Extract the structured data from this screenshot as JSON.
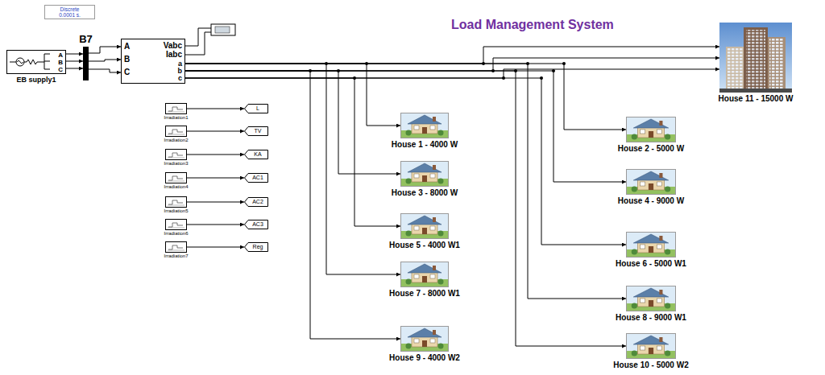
{
  "diagram": {
    "title": "Load Management System",
    "nodes": [
      {
        "text": [
          "Discrete 0.0001 s."
        ]
      },
      {
        "text": [
          "A",
          "B",
          "C",
          "EB supply1"
        ]
      },
      {
        "text": [
          "B7"
        ]
      },
      {
        "text": [
          "A",
          "B",
          "C",
          "Vabc",
          "Iabc",
          "a",
          "b",
          "c"
        ]
      },
      {
        "text": [
          "Irradiation1"
        ]
      },
      {
        "text": [
          "Irradiation2"
        ]
      },
      {
        "text": [
          "Irradiation3"
        ]
      },
      {
        "text": [
          "Irradiation4"
        ]
      },
      {
        "text": [
          "Irradiation5"
        ]
      },
      {
        "text": [
          "Irradiation6"
        ]
      },
      {
        "text": [
          "Irradiation7"
        ]
      },
      {
        "text": [
          "L"
        ]
      },
      {
        "text": [
          "TV"
        ]
      },
      {
        "text": [
          "KA"
        ]
      },
      {
        "text": [
          "AC1"
        ]
      },
      {
        "text": [
          "AC2"
        ]
      },
      {
        "text": [
          "AC3"
        ]
      },
      {
        "text": [
          "Reg"
        ]
      },
      {
        "text": [
          "House 1 - 4000 W"
        ]
      },
      {
        "text": [
          "House 2 - 5000 W"
        ]
      },
      {
        "text": [
          "House 3 - 8000 W"
        ]
      },
      {
        "text": [
          "House 4 - 9000 W"
        ]
      },
      {
        "text": [
          "House 5 - 4000 W1"
        ]
      },
      {
        "text": [
          "House 6 - 5000 W1"
        ]
      },
      {
        "text": [
          "House 7 - 8000 W1"
        ]
      },
      {
        "text": [
          "House 8 - 9000 W1"
        ]
      },
      {
        "text": [
          "House 9 - 4000 W2"
        ]
      },
      {
        "text": [
          "House 10 - 5000 W2"
        ]
      },
      {
        "text": [
          "House 11 - 15000 W"
        ]
      }
    ],
    "edges": [
      {
        "from": 1,
        "to": 2,
        "arrow": "to"
      },
      {
        "from": 1,
        "to": 2,
        "arrow": "to"
      },
      {
        "from": 1,
        "to": 2,
        "arrow": "to"
      },
      {
        "from": 2,
        "to": 3,
        "arrow": "to"
      },
      {
        "from": 2,
        "to": 3,
        "arrow": "to"
      },
      {
        "from": 2,
        "to": 3,
        "arrow": "to"
      },
      {
        "from": 4,
        "to": 11,
        "arrow": "to"
      },
      {
        "from": 5,
        "to": 12,
        "arrow": "to"
      },
      {
        "from": 6,
        "to": 13,
        "arrow": "to"
      },
      {
        "from": 7,
        "to": 14,
        "arrow": "to"
      },
      {
        "from": 8,
        "to": 15,
        "arrow": "to"
      },
      {
        "from": 9,
        "to": 16,
        "arrow": "to"
      },
      {
        "from": 10,
        "to": 17,
        "arrow": "to"
      },
      {
        "from": 3,
        "to": 18,
        "arrow": "to"
      },
      {
        "from": 3,
        "to": 19,
        "arrow": "to"
      },
      {
        "from": 3,
        "to": 20,
        "arrow": "to"
      },
      {
        "from": 3,
        "to": 21,
        "arrow": "to"
      },
      {
        "from": 3,
        "to": 22,
        "arrow": "to"
      },
      {
        "from": 3,
        "to": 23,
        "arrow": "to"
      },
      {
        "from": 3,
        "to": 24,
        "arrow": "to"
      },
      {
        "from": 3,
        "to": 25,
        "arrow": "to"
      },
      {
        "from": 3,
        "to": 26,
        "arrow": "to"
      },
      {
        "from": 3,
        "to": 27,
        "arrow": "to"
      },
      {
        "from": 3,
        "to": 28,
        "arrow": "to"
      },
      {
        "from": 3,
        "to": 28,
        "arrow": "to"
      },
      {
        "from": 3,
        "to": 28,
        "arrow": "to"
      }
    ]
  }
}
